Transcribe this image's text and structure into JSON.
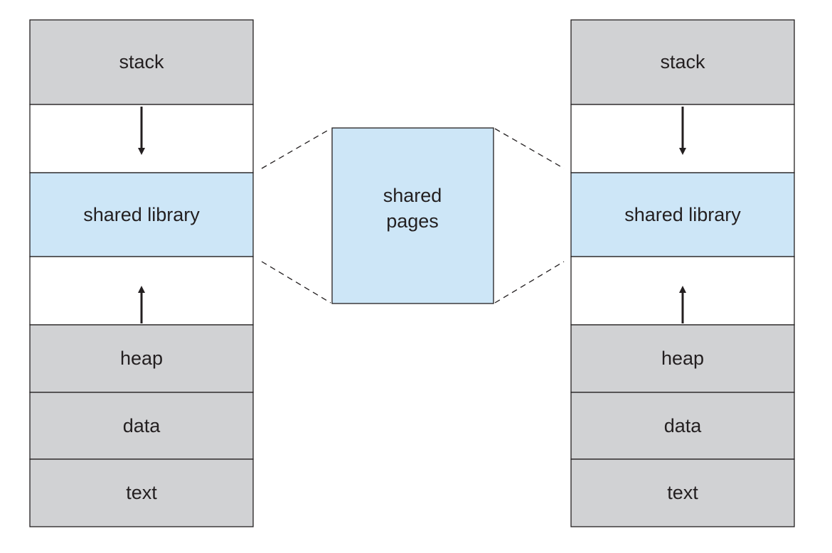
{
  "colors": {
    "gray_segment": "#d1d2d4",
    "shared_segment": "#cde6f7",
    "gap_segment": "#ffffff",
    "stroke": "#231f20"
  },
  "left_process": {
    "stack": "stack",
    "shared_library": "shared library",
    "heap": "heap",
    "data": "data",
    "text": "text"
  },
  "shared_pages": {
    "line1": "shared",
    "line2": "pages"
  },
  "right_process": {
    "stack": "stack",
    "shared_library": "shared library",
    "heap": "heap",
    "data": "data",
    "text": "text"
  }
}
